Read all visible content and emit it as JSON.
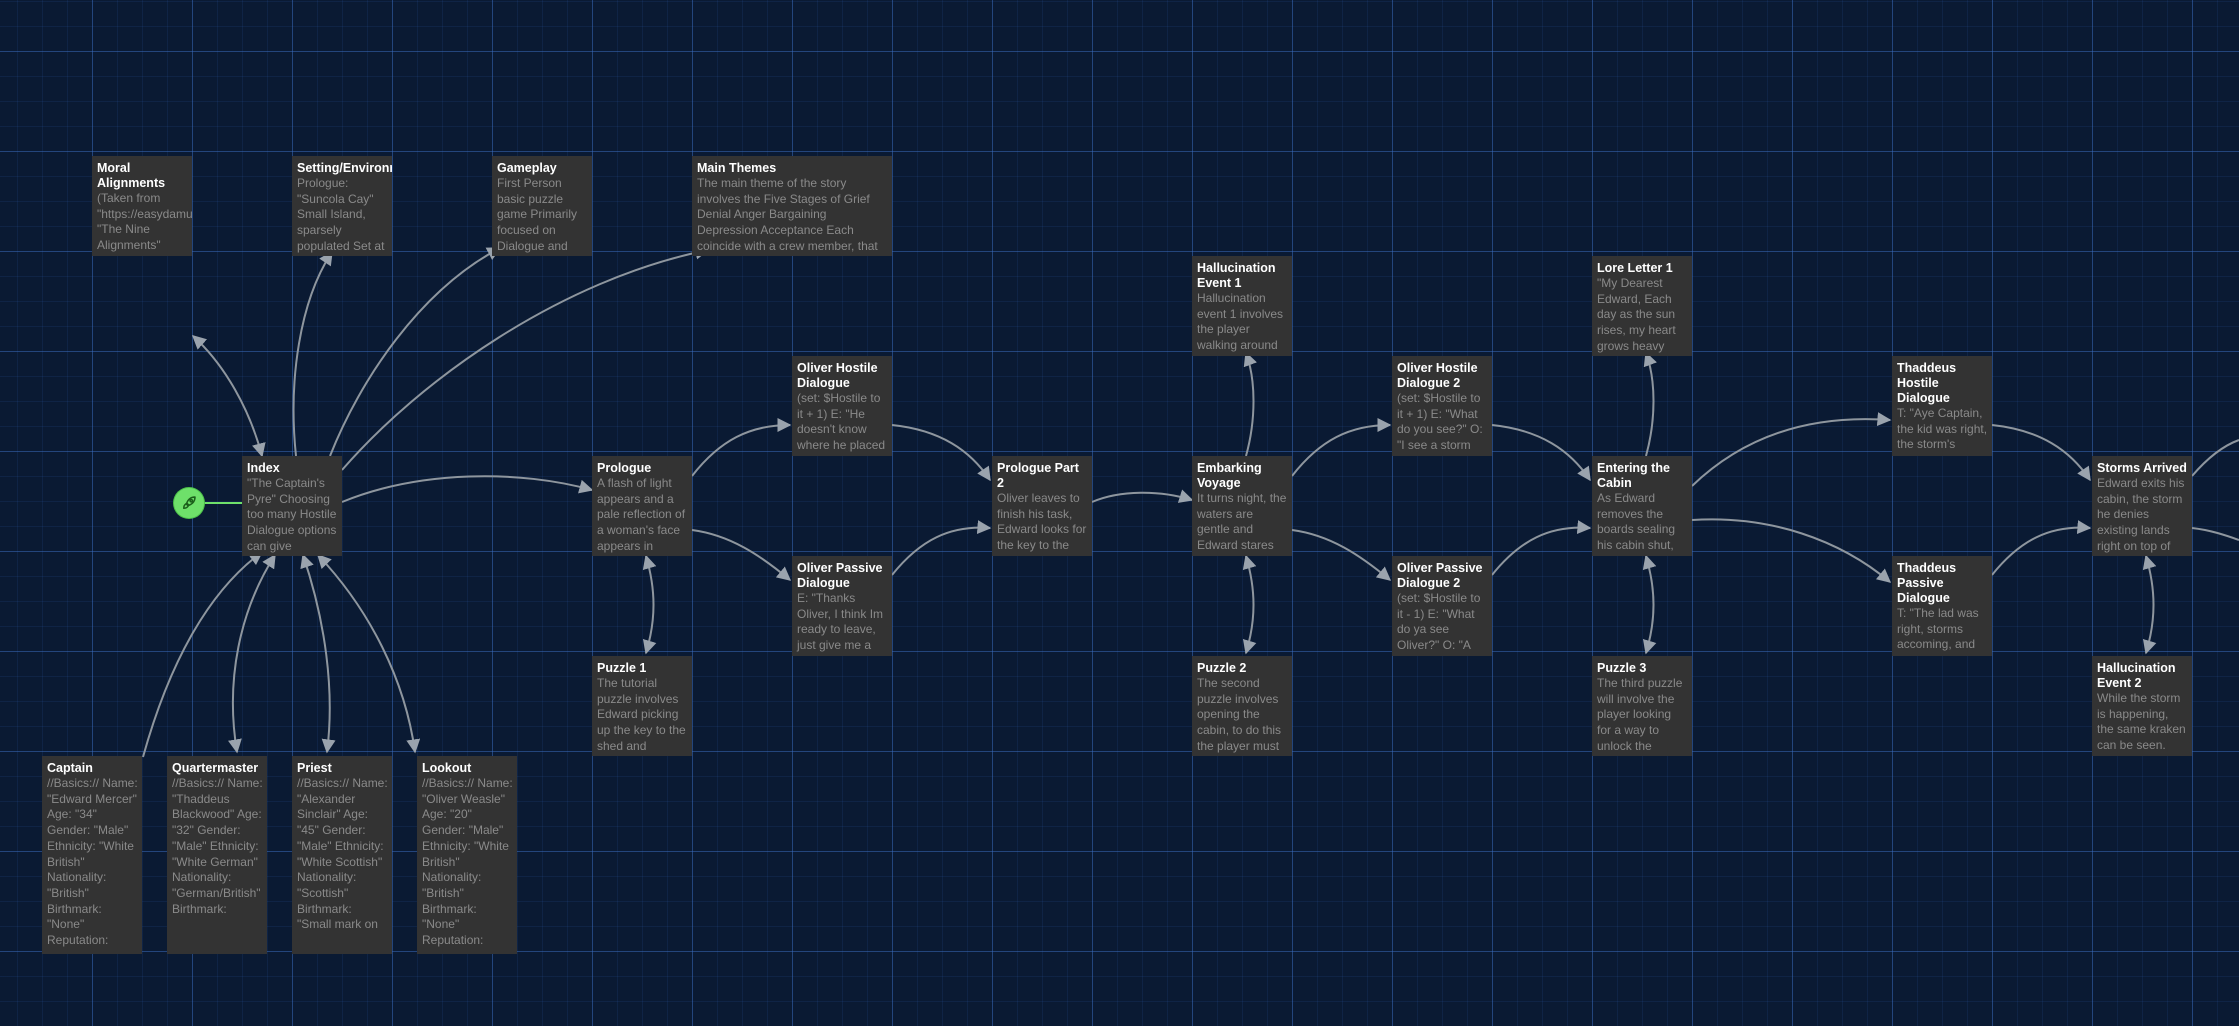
{
  "passages": [
    {
      "id": "moral",
      "title": "Moral Alignments",
      "excerpt": "(Taken from \"https://easydamus.com\") \"The Nine Alignments\" Nine distinct alignments define all the possible combinations of the lawful-"
    },
    {
      "id": "setting",
      "title": "Setting/Environment",
      "excerpt": "Prologue: \"Suncola Cay\" Small Island, sparsely populated Set at"
    },
    {
      "id": "gameplay",
      "title": "Gameplay",
      "excerpt": "First Person basic puzzle game Primarily focused on Dialogue and"
    },
    {
      "id": "themes",
      "title": "Main Themes",
      "excerpt": "The main theme of the story involves the Five Stages of Grief Denial Anger Bargaining Depression Acceptance Each coincide with a crew member, that"
    },
    {
      "id": "index",
      "title": "Index",
      "excerpt": "\"The Captain's Pyre\" Choosing too many Hostile Dialogue options can give"
    },
    {
      "id": "prologue",
      "title": "Prologue",
      "excerpt": "A flash of light appears and a pale reflection of a woman's face appears in"
    },
    {
      "id": "oliver_hostile",
      "title": "Oliver Hostile Dialogue",
      "excerpt": "(set: $Hostile to it + 1) E: \"He doesn't know where he placed"
    },
    {
      "id": "oliver_passive",
      "title": "Oliver Passive Dialogue",
      "excerpt": "E: \"Thanks Oliver, I think Im ready to leave, just give me a"
    },
    {
      "id": "prologue2",
      "title": "Prologue Part 2",
      "excerpt": "Oliver leaves to finish his task, Edward looks for the key to the shed, he"
    },
    {
      "id": "puzzle1",
      "title": "Puzzle 1",
      "excerpt": "The tutorial puzzle involves Edward picking up the key to the shed and"
    },
    {
      "id": "halluc1",
      "title": "Hallucination Event 1",
      "excerpt": "Hallucination event 1 involves the player walking around"
    },
    {
      "id": "embarking",
      "title": "Embarking Voyage",
      "excerpt": "It turns night, the waters are gentle and Edward stares"
    },
    {
      "id": "puzzle2",
      "title": "Puzzle 2",
      "excerpt": "The second puzzle involves opening the cabin, to do this the player must"
    },
    {
      "id": "oliver_hostile2",
      "title": "Oliver Hostile Dialogue 2",
      "excerpt": "(set: $Hostile to it + 1) E: \"What do you see?\" O: \"I see a storm"
    },
    {
      "id": "oliver_passive2",
      "title": "Oliver Passive Dialogue 2",
      "excerpt": "(set: $Hostile to it - 1) E: \"What do ya see Oliver?\" O: \"A"
    },
    {
      "id": "lore1",
      "title": "Lore Letter 1",
      "excerpt": "\"My Dearest Edward, Each day as the sun rises, my heart grows heavy"
    },
    {
      "id": "cabin",
      "title": "Entering the Cabin",
      "excerpt": "As Edward removes the boards sealing his cabin shut,"
    },
    {
      "id": "puzzle3",
      "title": "Puzzle 3",
      "excerpt": "The third puzzle will involve the player looking for a way to unlock the"
    },
    {
      "id": "thaddeus_hostile",
      "title": "Thaddeus Hostile Dialogue",
      "excerpt": "T: \"Aye Captain, the kid was right, the storm's"
    },
    {
      "id": "thaddeus_passive",
      "title": "Thaddeus Passive Dialogue",
      "excerpt": "T: \"The lad was right, storms accoming, and"
    },
    {
      "id": "storms",
      "title": "Storms Arrived",
      "excerpt": "Edward exits his cabin, the storm he denies existing lands right on top of"
    },
    {
      "id": "halluc2",
      "title": "Hallucination Event 2",
      "excerpt": "While the storm is happening, the same kraken can be seen."
    },
    {
      "id": "captain",
      "title": "Captain",
      "excerpt": "//Basics:// Name: \"Edward Mercer\" Age: \"34\" Gender: \"Male\" Ethnicity: \"White British\" Nationality: \"British\" Birthmark: \"None\" Reputation:"
    },
    {
      "id": "quartermaster",
      "title": "Quartermaster",
      "excerpt": "//Basics:// Name: \"Thaddeus Blackwood\" Age: \"32\" Gender: \"Male\" Ethnicity: \"White German\" Nationality: \"German/British\" Birthmark:"
    },
    {
      "id": "priest",
      "title": "Priest",
      "excerpt": "//Basics:// Name: \"Alexander Sinclair\" Age: \"45\" Gender: \"Male\" Ethnicity: \"White Scottish\" Nationality: \"Scottish\" Birthmark: \"Small mark on"
    },
    {
      "id": "lookout",
      "title": "Lookout",
      "excerpt": "//Basics:// Name: \"Oliver Weasle\" Age: \"20\" Gender: \"Male\" Ethnicity: \"White British\" Nationality: \"British\" Birthmark: \"None\" Reputation:"
    }
  ],
  "start_passage": {
    "icon": "rocket-icon",
    "color": "#6ee06a"
  },
  "colors": {
    "background": "#0a1a33",
    "passage": "#333333",
    "link": "#9aa3ad"
  }
}
